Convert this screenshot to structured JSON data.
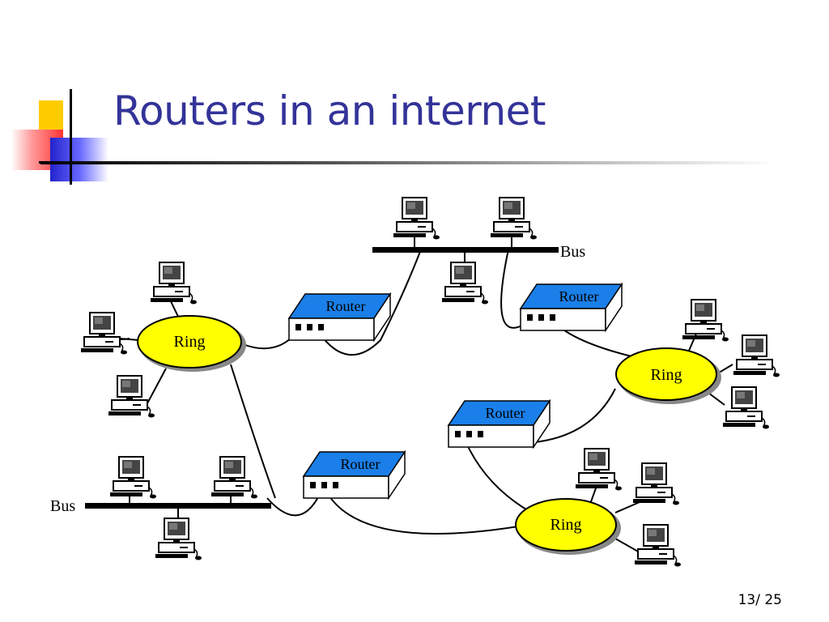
{
  "slide": {
    "title": "Routers in an internet",
    "page_number": "13/ 25"
  },
  "diagram": {
    "routers": [
      {
        "label": "Router"
      },
      {
        "label": "Router"
      },
      {
        "label": "Router"
      },
      {
        "label": "Router"
      }
    ],
    "rings": [
      {
        "label": "Ring"
      },
      {
        "label": "Ring"
      },
      {
        "label": "Ring"
      }
    ],
    "buses": [
      {
        "label": "Bus"
      },
      {
        "label": "Bus"
      }
    ],
    "colors": {
      "router_top": "#1a7fe8",
      "ring_fill": "#ffff00",
      "title_color": "#333399",
      "cable": "#000000"
    }
  }
}
